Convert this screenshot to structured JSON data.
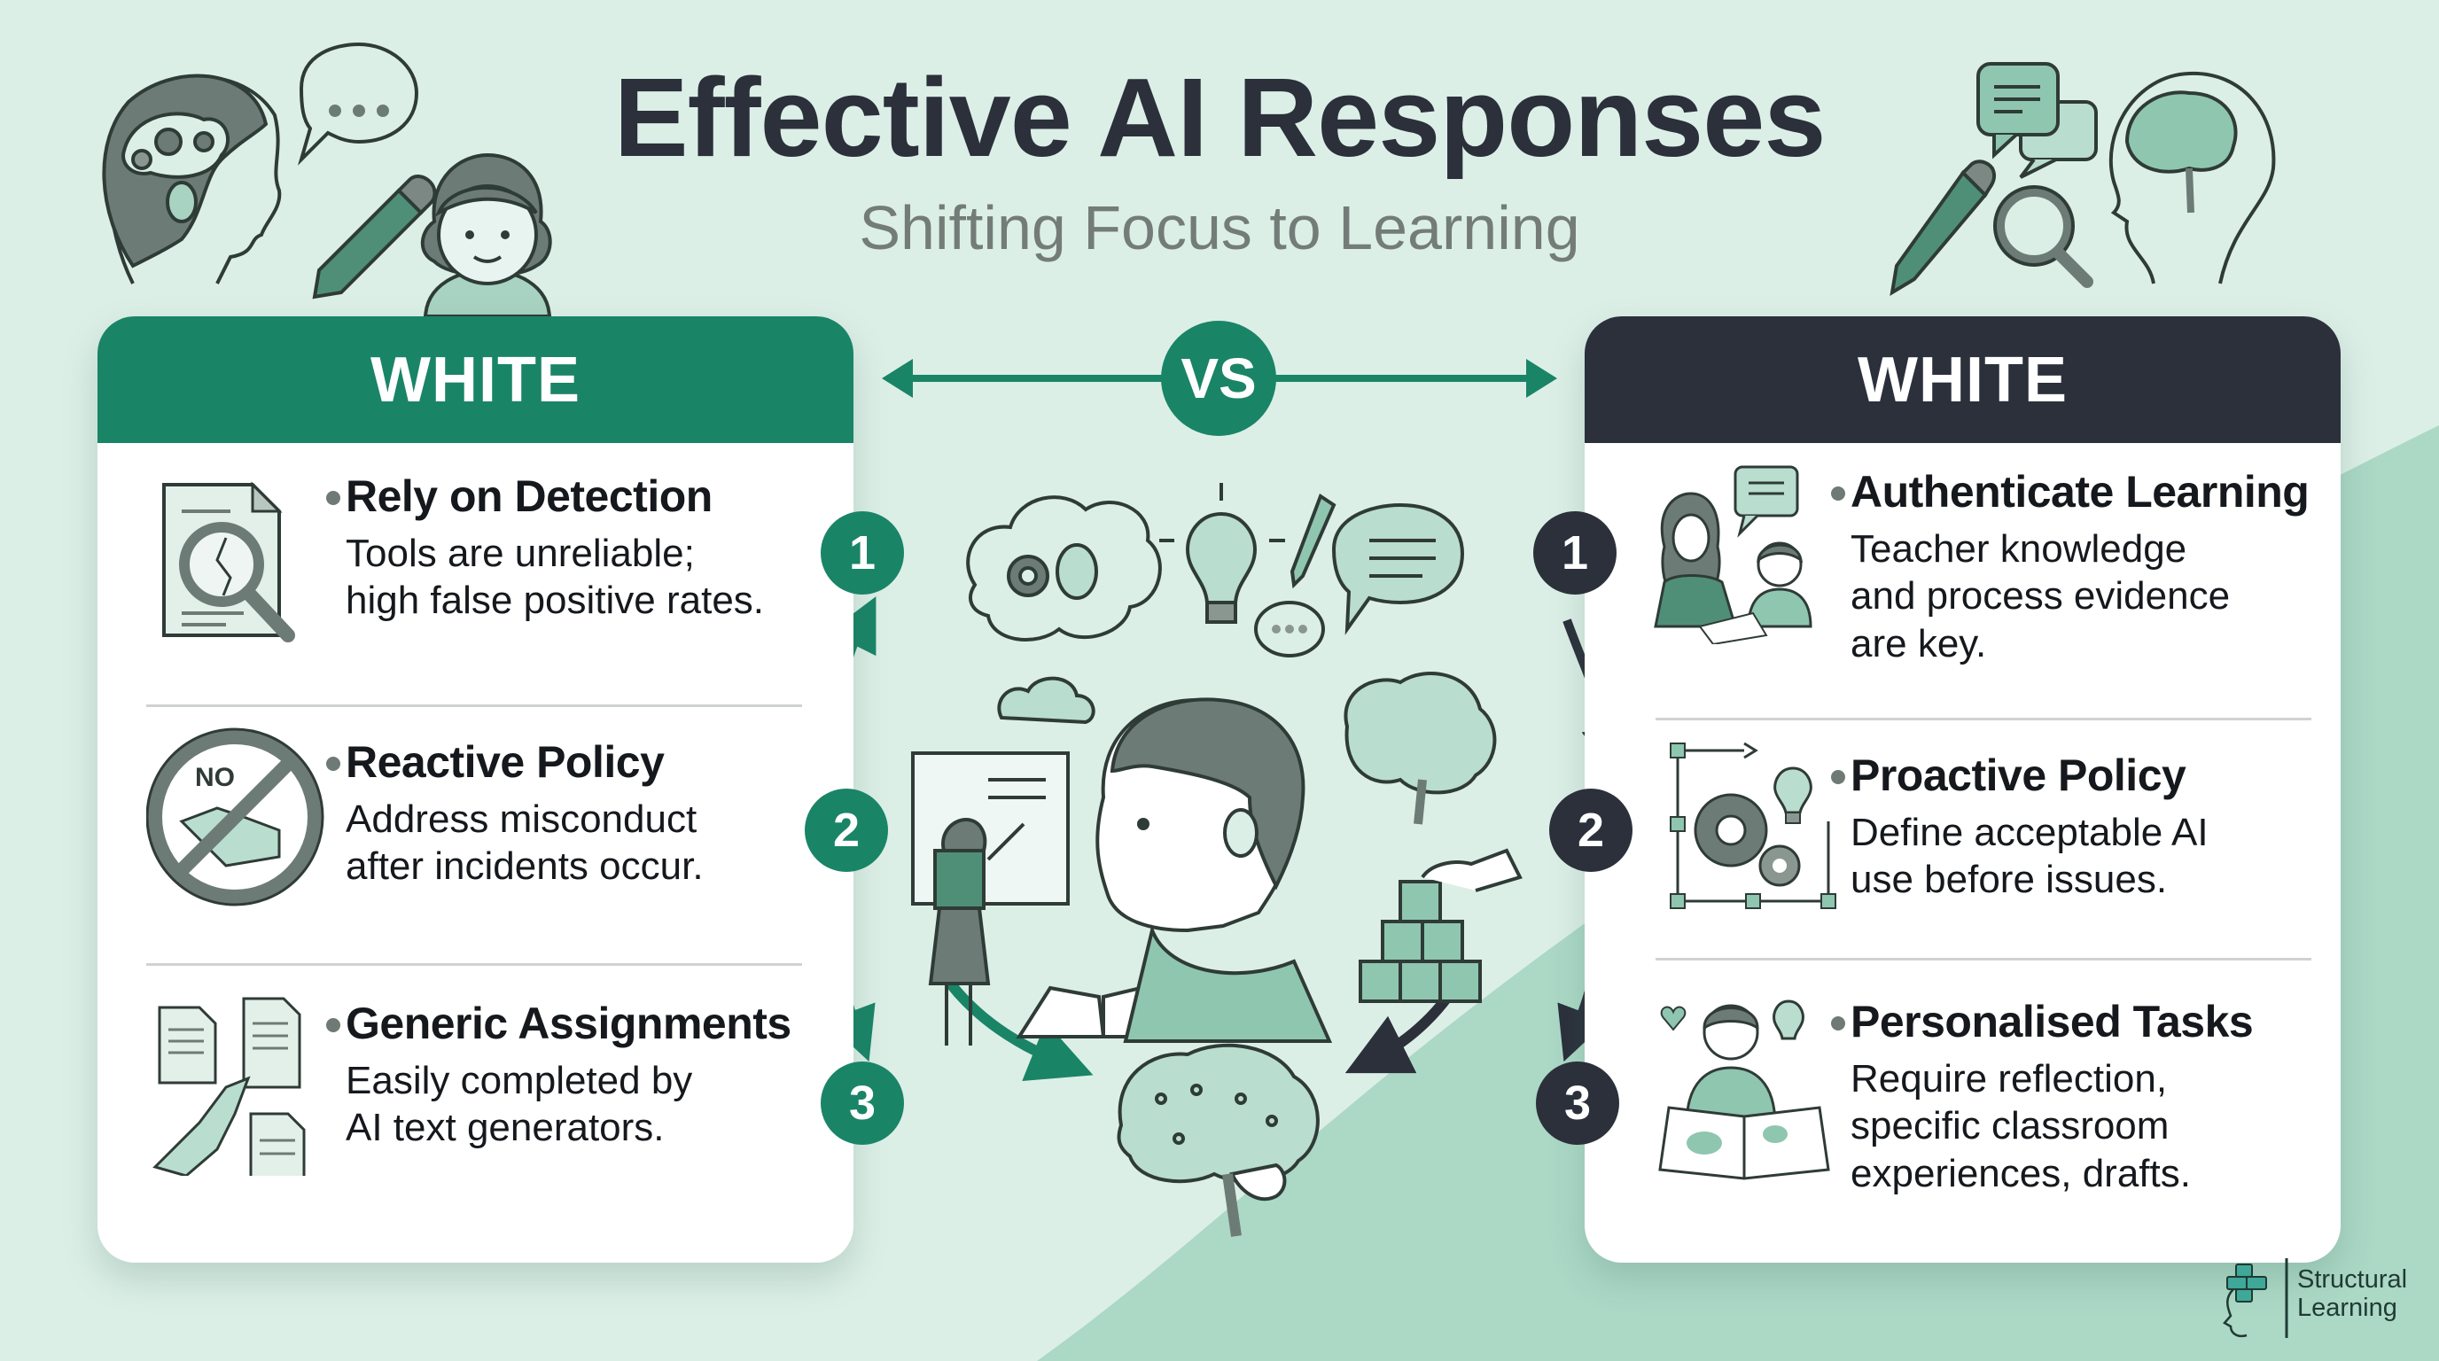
{
  "header": {
    "title": "Effective AI Responses",
    "subtitle": "Shifting Focus to Learning"
  },
  "versus": {
    "label": "VS"
  },
  "colors": {
    "background": "#dcefe7",
    "accent_green": "#1a8467",
    "dark_navy": "#2b303b",
    "title_text": "#2b303b",
    "subtitle_text": "#737c78"
  },
  "left_panel": {
    "header": "WHITE",
    "theme": "green",
    "items": [
      {
        "number": "1",
        "title": "Rely on Detection",
        "body_lines": [
          "Tools are unreliable;",
          "high false positive rates."
        ],
        "icon": "document-magnifier-icon"
      },
      {
        "number": "2",
        "title": "Reactive Policy",
        "body_lines": [
          "Address misconduct",
          "after incidents occur."
        ],
        "icon": "no-handshake-icon"
      },
      {
        "number": "3",
        "title": "Generic Assignments",
        "body_lines": [
          "Easily completed by",
          "AI text generators."
        ],
        "icon": "robot-hand-documents-icon"
      }
    ]
  },
  "right_panel": {
    "header": "WHITE",
    "theme": "dark",
    "items": [
      {
        "number": "1",
        "title": "Authenticate Learning",
        "body_lines": [
          "Teacher knowledge",
          "and process evidence",
          "are key."
        ],
        "icon": "teacher-student-conversation-icon"
      },
      {
        "number": "2",
        "title": "Proactive Policy",
        "body_lines": [
          "Define acceptable AI",
          "use before issues."
        ],
        "icon": "gears-lightbulb-framework-icon"
      },
      {
        "number": "3",
        "title": "Personalised Tasks",
        "body_lines": [
          "Require reflection,",
          "specific classroom",
          "experiences, drafts."
        ],
        "icon": "student-drawing-book-icon"
      }
    ]
  },
  "center_illustration": {
    "elements": [
      "thought-cloud-gears-lightbulb",
      "lightbulb",
      "pencil",
      "speech-bubbles",
      "student-head-with-ideas",
      "teacher-at-whiteboard",
      "open-book",
      "brain",
      "building-blocks",
      "circuit-brain"
    ]
  },
  "decorations": {
    "top_left": [
      "boy-head-gears-icon",
      "speech-bubble-dots-icon",
      "pencil-icon",
      "girl-avatar-icon"
    ],
    "top_right": [
      "pencil-icon",
      "chat-bubbles-icon",
      "magnifier-icon",
      "head-brain-icon"
    ]
  },
  "logo": {
    "line1": "Structural",
    "line2": "Learning"
  }
}
